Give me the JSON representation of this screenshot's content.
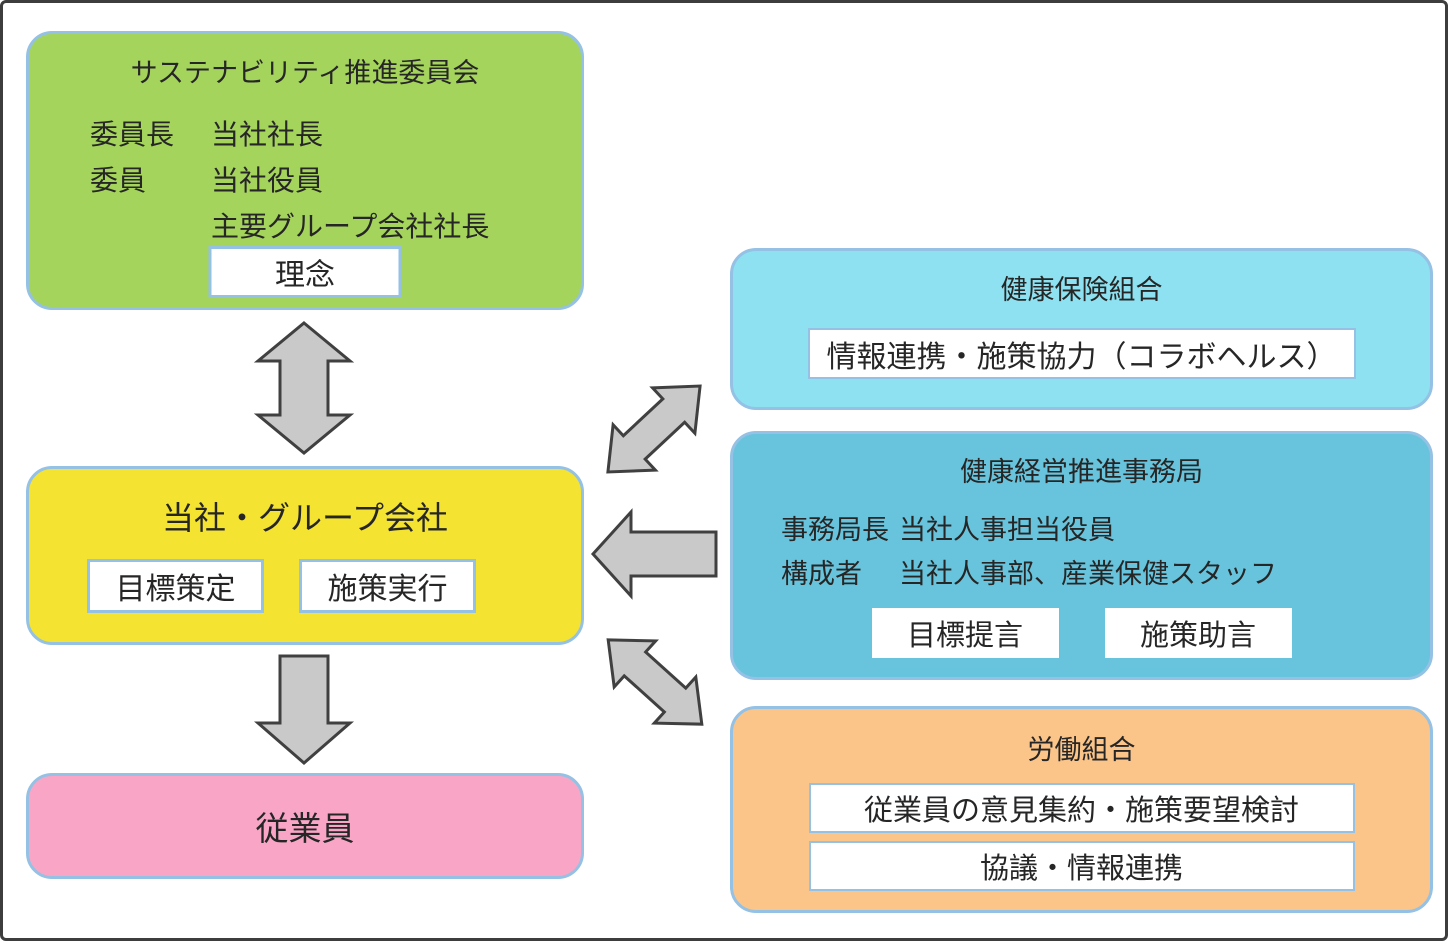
{
  "colors": {
    "green": "#A5D45C",
    "yellow": "#F4E331",
    "pink": "#F9A6C6",
    "cyan": "#8DE1F0",
    "teal": "#68C4DC",
    "orange": "#FBC489",
    "box-border": "#94C1E4",
    "arrow-fill": "#C9C9C9",
    "arrow-stroke": "#404040",
    "text": "#262626"
  },
  "boxes": {
    "sustainability": {
      "title": "サステナビリティ推進委員会",
      "rows": [
        {
          "label": "委員長",
          "value": "当社社長"
        },
        {
          "label": "委員",
          "value": "当社役員"
        },
        {
          "label": "",
          "value": "主要グループ会社社長"
        }
      ],
      "badge": "理念"
    },
    "company": {
      "title": "当社・グループ会社",
      "badges": [
        "目標策定",
        "施策実行"
      ]
    },
    "employees": {
      "title": "従業員"
    },
    "insurance": {
      "title": "健康保険組合",
      "badges": [
        "情報連携・施策協力（コラボヘルス）"
      ]
    },
    "office": {
      "title": "健康経営推進事務局",
      "rows": [
        {
          "label": "事務局長",
          "value": "当社人事担当役員"
        },
        {
          "label": "構成者",
          "value": "当社人事部、産業保健スタッフ"
        }
      ],
      "badges": [
        "目標提言",
        "施策助言"
      ]
    },
    "union": {
      "title": "労働組合",
      "badges": [
        "従業員の意見集約・施策要望検討",
        "協議・情報連携"
      ]
    }
  },
  "arrows": [
    {
      "name": "committee-company",
      "type": "double-headed",
      "orientation": "vertical"
    },
    {
      "name": "company-employees",
      "type": "single",
      "orientation": "down"
    },
    {
      "name": "company-insurance",
      "type": "double-headed",
      "orientation": "diagonal-ne"
    },
    {
      "name": "office-company",
      "type": "single",
      "orientation": "left"
    },
    {
      "name": "company-union",
      "type": "double-headed",
      "orientation": "diagonal-se"
    }
  ]
}
